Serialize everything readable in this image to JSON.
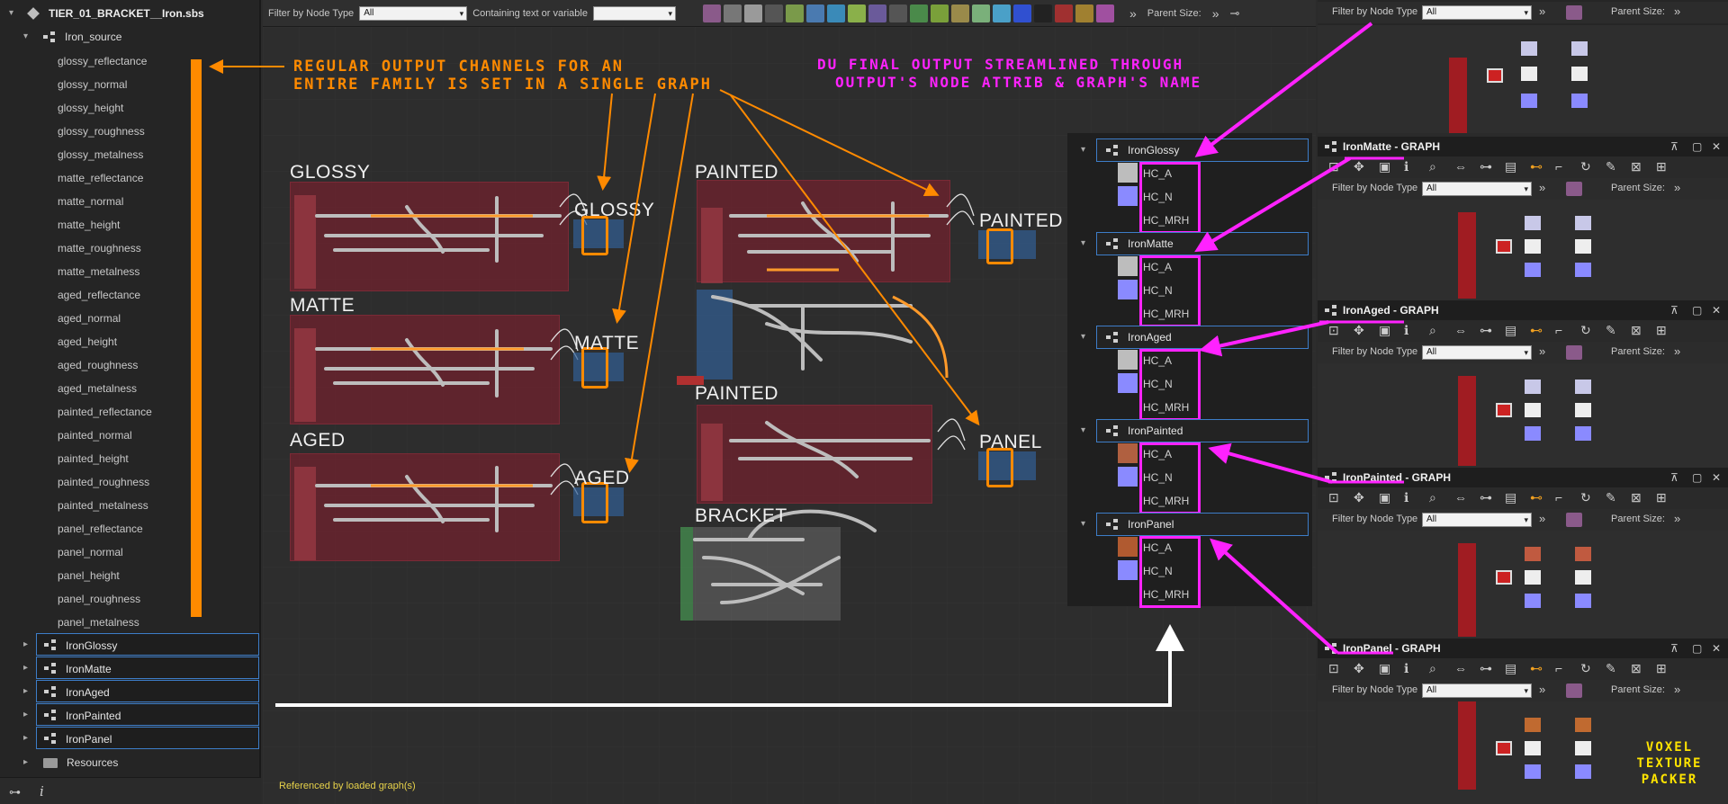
{
  "explorer": {
    "package_name": "TIER_01_BRACKET__Iron.sbs",
    "source_graph": "Iron_source",
    "outputs": [
      "glossy_reflectance",
      "glossy_normal",
      "glossy_height",
      "glossy_roughness",
      "glossy_metalness",
      "matte_reflectance",
      "matte_normal",
      "matte_height",
      "matte_roughness",
      "matte_metalness",
      "aged_reflectance",
      "aged_normal",
      "aged_height",
      "aged_roughness",
      "aged_metalness",
      "painted_reflectance",
      "painted_normal",
      "painted_height",
      "painted_roughness",
      "painted_metalness",
      "panel_reflectance",
      "panel_normal",
      "panel_height",
      "panel_roughness",
      "panel_metalness"
    ],
    "graphs": [
      "IronGlossy",
      "IronMatte",
      "IronAged",
      "IronPainted",
      "IronPanel"
    ],
    "resources": "Resources"
  },
  "toolbar": {
    "filter_label": "Filter by Node Type",
    "filter_value": "All",
    "contains_label": "Containing text or variable",
    "contains_value": "",
    "parent_size_label": "Parent Size:"
  },
  "canvas": {
    "titles": {
      "glossy": "GLOSSY",
      "matte": "MATTE",
      "aged": "AGED",
      "painted_top": "PAINTED",
      "painted_bottom": "PAINTED",
      "bracket": "BRACKET"
    },
    "outputs": {
      "glossy": "GLOSSY",
      "matte": "MATTE",
      "aged": "AGED",
      "painted": "PAINTED",
      "panel": "PANEL"
    },
    "callout_left": [
      "REGULAR OUTPUT CHANNELS FOR AN",
      "ENTIRE FAMILY IS SET IN A SINGLE GRAPH"
    ],
    "callout_right": [
      "DU FINAL OUTPUT STREAMLINED THROUGH",
      "OUTPUT'S NODE ATTRIB & GRAPH'S NAME"
    ],
    "status": "Referenced by loaded graph(s)",
    "colors": {
      "orange": "#ff8a00",
      "magenta": "#ff22ff",
      "frame": "#73212e",
      "white": "#ffffff"
    }
  },
  "output_list": [
    {
      "graph": "IronGlossy",
      "items": [
        "HC_A",
        "HC_N",
        "HC_MRH"
      ]
    },
    {
      "graph": "IronMatte",
      "items": [
        "HC_A",
        "HC_N",
        "HC_MRH"
      ]
    },
    {
      "graph": "IronAged",
      "items": [
        "HC_A",
        "HC_N",
        "HC_MRH"
      ]
    },
    {
      "graph": "IronPainted",
      "items": [
        "HC_A",
        "HC_N",
        "HC_MRH"
      ]
    },
    {
      "graph": "IronPanel",
      "items": [
        "HC_A",
        "HC_N",
        "HC_MRH"
      ]
    }
  ],
  "panels": {
    "top": {
      "filter_label": "Filter by Node Type",
      "filter_value": "All",
      "parent_size_label": "Parent Size:"
    },
    "list": [
      {
        "title": "IronMatte - GRAPH",
        "filter_label": "Filter by Node Type",
        "filter_value": "All",
        "parent_size_label": "Parent Size:"
      },
      {
        "title": "IronAged - GRAPH",
        "filter_label": "Filter by Node Type",
        "filter_value": "All",
        "parent_size_label": "Parent Size:"
      },
      {
        "title": "IronPainted - GRAPH",
        "filter_label": "Filter by Node Type",
        "filter_value": "All",
        "parent_size_label": "Parent Size:"
      },
      {
        "title": "IronPanel - GRAPH",
        "filter_label": "Filter by Node Type",
        "filter_value": "All",
        "parent_size_label": "Parent Size:"
      }
    ]
  },
  "logo": [
    "VOXEL",
    "TEXTURE",
    "PACKER"
  ]
}
